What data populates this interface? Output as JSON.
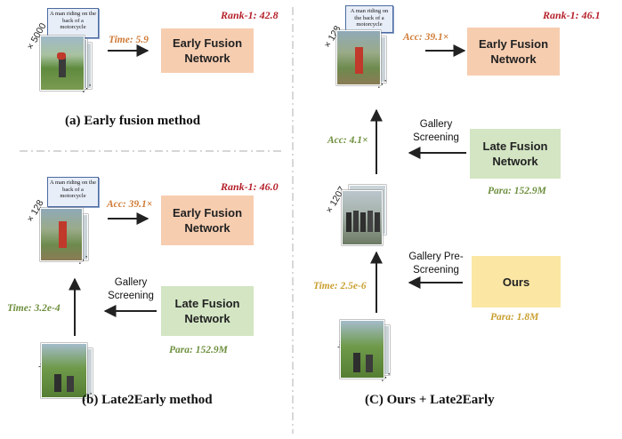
{
  "panel_a": {
    "caption": "(a) Early fusion method",
    "rank": "Rank-1: 42.8",
    "time": "Time: 5.9",
    "count": "× 5000",
    "query_text": "A man riding on the back of a motorcycle",
    "early_box": "Early Fusion Network"
  },
  "panel_b": {
    "caption": "(b) Late2Early method",
    "rank": "Rank-1: 46.0",
    "acc": "Acc: 39.1×",
    "time": "Time: 3.2e-4",
    "para": "Para: 152.9M",
    "count_top": "× 128",
    "count_bottom": "× 5000",
    "query_text": "A man riding on the back of a motorcycle",
    "early_box": "Early Fusion Network",
    "late_box": "Late Fusion Network",
    "screening": "Gallery Screening"
  },
  "panel_c": {
    "caption": "(C) Ours + Late2Early",
    "rank": "Rank-1: 46.1",
    "acc_top": "Acc: 39.1×",
    "acc_mid": "Acc: 4.1×",
    "time": "Time: 2.5e-6",
    "para_late": "Para: 152.9M",
    "para_ours": "Para: 1.8M",
    "count_top": "× 128",
    "count_mid": "× 1207",
    "count_bottom": "×5000",
    "query_text": "A man riding on the back of a motorcycle",
    "early_box": "Early Fusion Network",
    "late_box": "Late Fusion Network",
    "ours_box": "Ours",
    "screening": "Gallery Screening",
    "prescreening": "Gallery Pre-Screening"
  },
  "colors": {
    "early": "#f7cdb0",
    "late": "#d3e5c3",
    "ours": "#fbe6a4",
    "rank": "#b5202a"
  }
}
